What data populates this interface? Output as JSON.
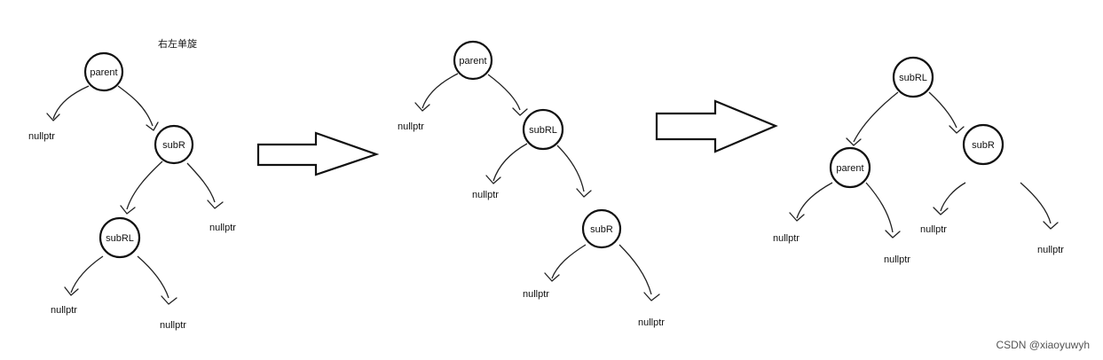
{
  "title": "右左单旋",
  "watermark": "CSDN @xiaoyuwyh",
  "colors": {
    "stroke": "#111111",
    "background": "#ffffff",
    "watermark": "#555555"
  },
  "diagrams": [
    {
      "id": "before",
      "nodes": [
        {
          "id": "p",
          "label": "parent"
        },
        {
          "id": "r",
          "label": "subR"
        },
        {
          "id": "rl",
          "label": "subRL"
        }
      ],
      "leaves": [
        {
          "id": "n1",
          "label": "nullptr"
        },
        {
          "id": "n2",
          "label": "nullptr"
        },
        {
          "id": "n3",
          "label": "nullptr"
        },
        {
          "id": "n4",
          "label": "nullptr"
        }
      ]
    },
    {
      "id": "middle",
      "nodes": [
        {
          "id": "p",
          "label": "parent"
        },
        {
          "id": "rl",
          "label": "subRL"
        },
        {
          "id": "r",
          "label": "subR"
        }
      ],
      "leaves": [
        {
          "id": "n1",
          "label": "nullptr"
        },
        {
          "id": "n2",
          "label": "nullptr"
        },
        {
          "id": "n3",
          "label": "nullptr"
        },
        {
          "id": "n4",
          "label": "nullptr"
        }
      ]
    },
    {
      "id": "after",
      "nodes": [
        {
          "id": "rl",
          "label": "subRL"
        },
        {
          "id": "p",
          "label": "parent"
        },
        {
          "id": "r",
          "label": "subR"
        }
      ],
      "leaves": [
        {
          "id": "n1",
          "label": "nullptr"
        },
        {
          "id": "n2",
          "label": "nullptr"
        },
        {
          "id": "n3",
          "label": "nullptr"
        },
        {
          "id": "n4",
          "label": "nullptr"
        }
      ]
    }
  ]
}
